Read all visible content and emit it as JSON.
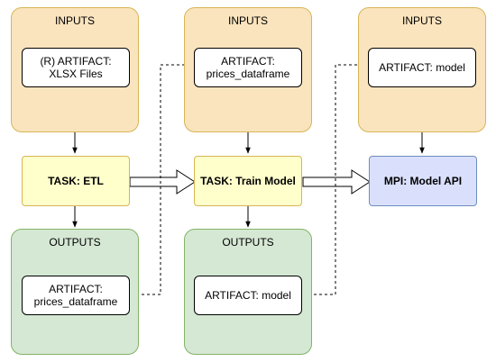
{
  "groups": {
    "inputs_1": {
      "title": "INPUTS",
      "artifact": "(R) ARTIFACT: XLSX Files"
    },
    "inputs_2": {
      "title": "INPUTS",
      "artifact": "ARTIFACT: prices_dataframe"
    },
    "inputs_3": {
      "title": "INPUTS",
      "artifact": "ARTIFACT: model"
    },
    "outputs_1": {
      "title": "OUTPUTS",
      "artifact": "ARTIFACT: prices_dataframe"
    },
    "outputs_2": {
      "title": "OUTPUTS",
      "artifact": "ARTIFACT: model"
    }
  },
  "tasks": {
    "etl": "TASK: ETL",
    "train": "TASK: Train Model"
  },
  "mpi": {
    "label": "MPI: Model API",
    "fill": "#dae0fc",
    "stroke": "#6c8ebf"
  },
  "colors": {
    "inputs_fill": "#fae4be",
    "inputs_stroke": "#d6b656",
    "outputs_fill": "#d5e8d4",
    "outputs_stroke": "#82b366",
    "task_fill": "#ffffcc"
  }
}
